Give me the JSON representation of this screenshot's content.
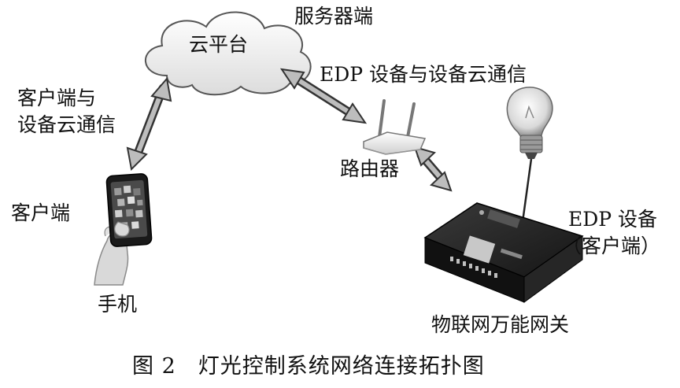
{
  "diagram": {
    "cloud_label": "云平台",
    "server_label": "服务器端",
    "client_cloud_comm_line1": "客户端与",
    "client_cloud_comm_line2": "设备云通信",
    "edp_comm_label": "EDP 设备与设备云通信",
    "router_label": "路由器",
    "client_label": "客户端",
    "phone_label": "手机",
    "edp_device_line1": "EDP 设备",
    "edp_device_line2": "（客户端）",
    "gateway_label": "物联网万能网关",
    "caption": "图 2　灯光控制系统网络连接拓扑图"
  },
  "icons": [
    "cloud-icon",
    "router-icon",
    "phone-icon",
    "lightbulb-icon",
    "gateway-device-icon"
  ]
}
